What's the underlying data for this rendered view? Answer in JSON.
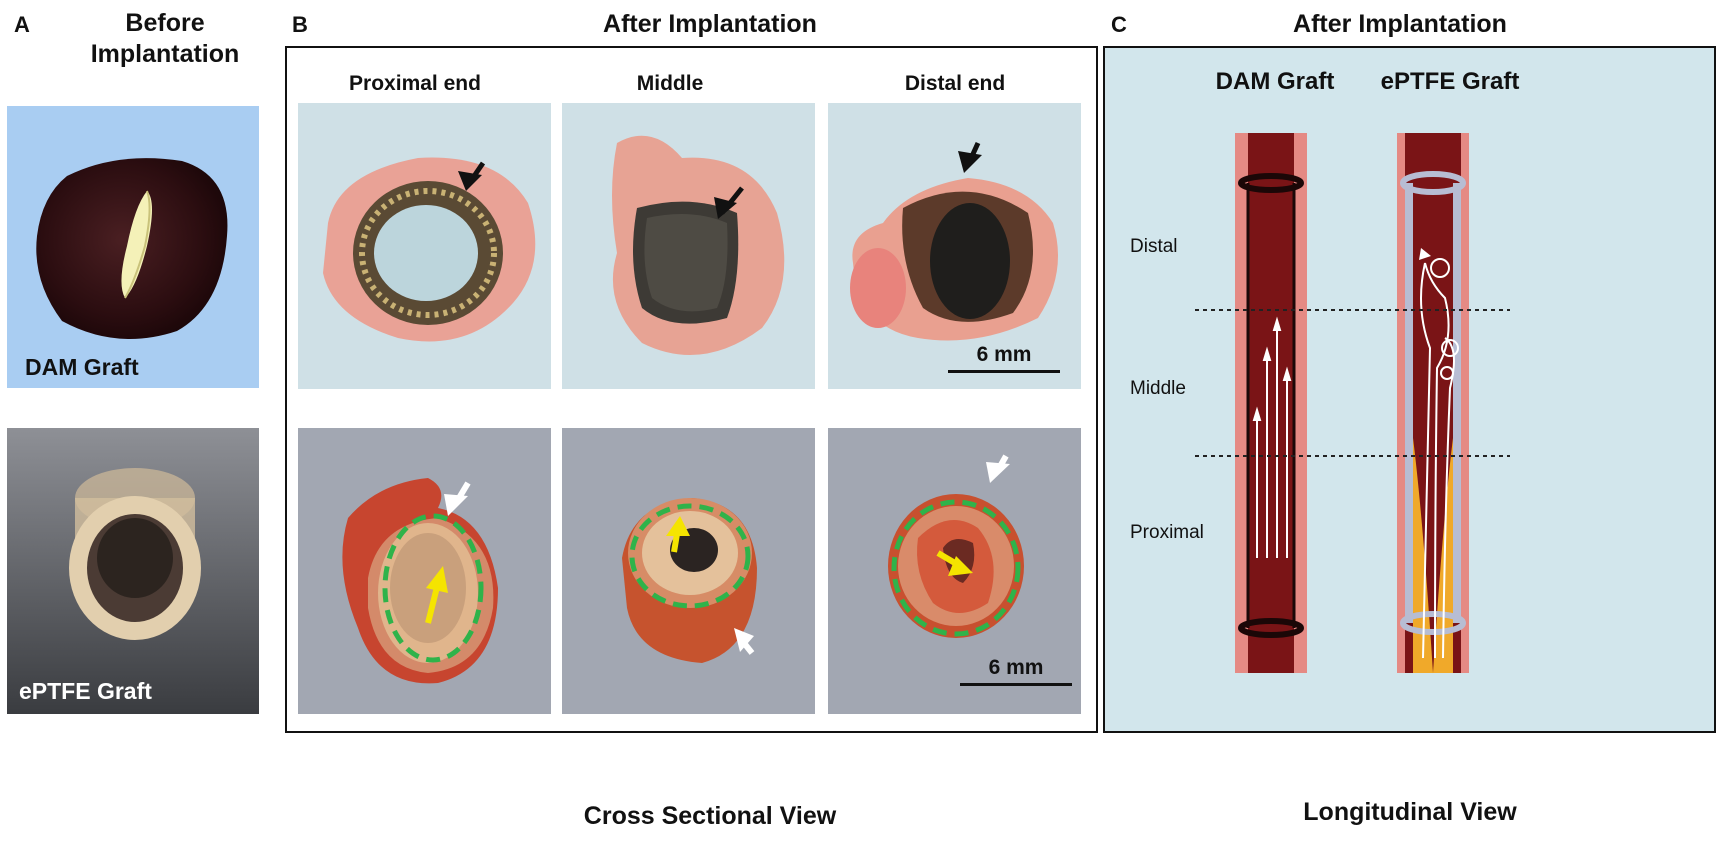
{
  "panel_a": {
    "letter": "A",
    "title_line1": "Before",
    "title_line2": "Implantation",
    "dam_label": "DAM Graft",
    "eptfe_label": "ePTFE Graft"
  },
  "panel_b": {
    "letter": "B",
    "title": "After Implantation",
    "columns": [
      "Proximal end",
      "Middle",
      "Distal end"
    ],
    "scale_label_top": "6 mm",
    "scale_label_bottom": "6 mm",
    "caption": "Cross Sectional View"
  },
  "panel_c": {
    "letter": "C",
    "title": "After Implantation",
    "graft_left": "DAM Graft",
    "graft_right": "ePTFE Graft",
    "regions": [
      "Distal",
      "Middle",
      "Proximal"
    ],
    "caption": "Longitudinal View"
  },
  "colors": {
    "blue_bg": "#a9cdf2",
    "gray_bg": "#5e6166",
    "diagram_bg": "#d2e6ec",
    "vessel": "#7a1416",
    "vessel_edge": "#e58a84",
    "eptfe": "#b7bdd3",
    "intimal": "#f0a92a",
    "green_dash": "#2fb34a",
    "yellow_arrow": "#f5e400"
  }
}
